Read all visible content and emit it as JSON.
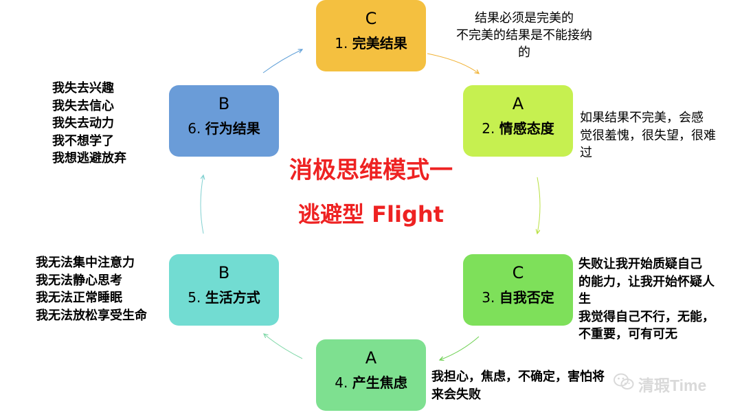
{
  "title": {
    "line1": "消极思维模式一",
    "line2": "逃避型 Flight"
  },
  "boxes": [
    {
      "id": "c1",
      "letter": "C",
      "num": "1.",
      "label": "完美结果",
      "color": "#f4c040"
    },
    {
      "id": "a2",
      "letter": "A",
      "num": "2.",
      "label": "情感态度",
      "color": "#c6f050"
    },
    {
      "id": "c3",
      "letter": "C",
      "num": "3.",
      "label": "自我否定",
      "color": "#7ee05a"
    },
    {
      "id": "a4",
      "letter": "A",
      "num": "4.",
      "label": "产生焦虑",
      "color": "#7ee090"
    },
    {
      "id": "b5",
      "letter": "B",
      "num": "5.",
      "label": "生活方式",
      "color": "#72dcd2"
    },
    {
      "id": "b6",
      "letter": "B",
      "num": "6.",
      "label": "行为结果",
      "color": "#6a9cd8"
    }
  ],
  "notes": {
    "n1": "结果必须是完美的\n不完美的结果是不能接纳\n的",
    "n2": "如果结果不完美，会感\n觉很羞愧，很失望，很难\n过",
    "n3": "失败让我开始质疑自己\n的能力，让我开始怀疑人\n生\n我觉得自己不行，无能，\n不重要，可有可无",
    "n4": "我担心，焦虑，不确定，害怕将\n来会失败",
    "n5": "我无法集中注意力\n我无法静心思考\n我无法正常睡眠\n我无法放松享受生命",
    "n6": "我失去兴趣\n我失去信心\n我失去动力\n我不想学了\n我想逃避放弃"
  },
  "watermark": {
    "text": "清瑕Time",
    "icon": "wechat-icon"
  }
}
